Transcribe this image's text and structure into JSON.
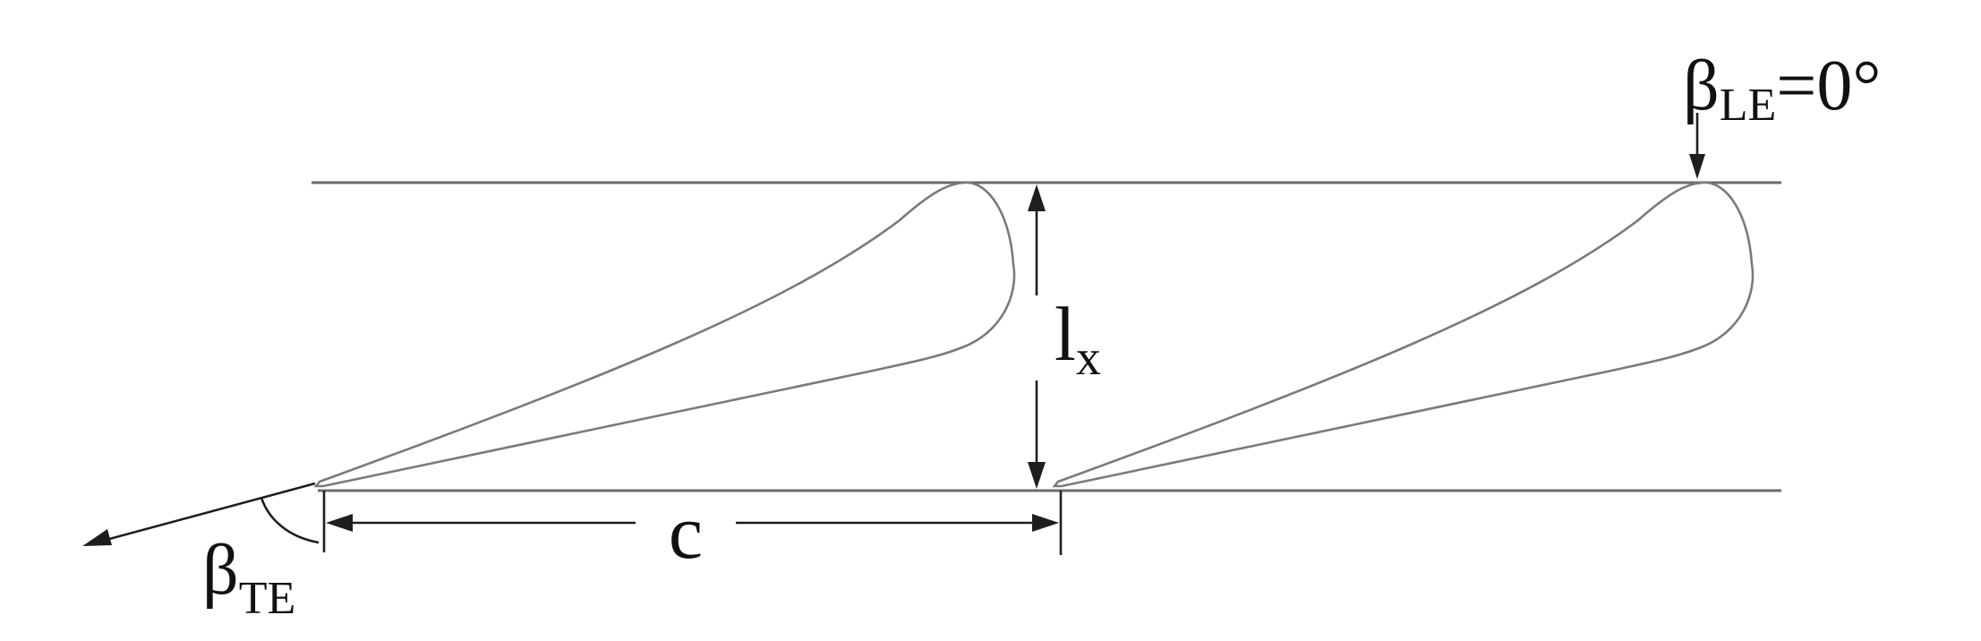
{
  "diagram": {
    "labels": {
      "beta_le": {
        "symbol": "β",
        "subscript": "LE",
        "suffix": "=0°"
      },
      "beta_te": {
        "symbol": "β",
        "subscript": "TE"
      },
      "lx": {
        "symbol": "l",
        "subscript": "x"
      },
      "c": "c"
    },
    "blade_count": 2,
    "line_color": "#6b6b6b",
    "ink_color": "#111111"
  }
}
